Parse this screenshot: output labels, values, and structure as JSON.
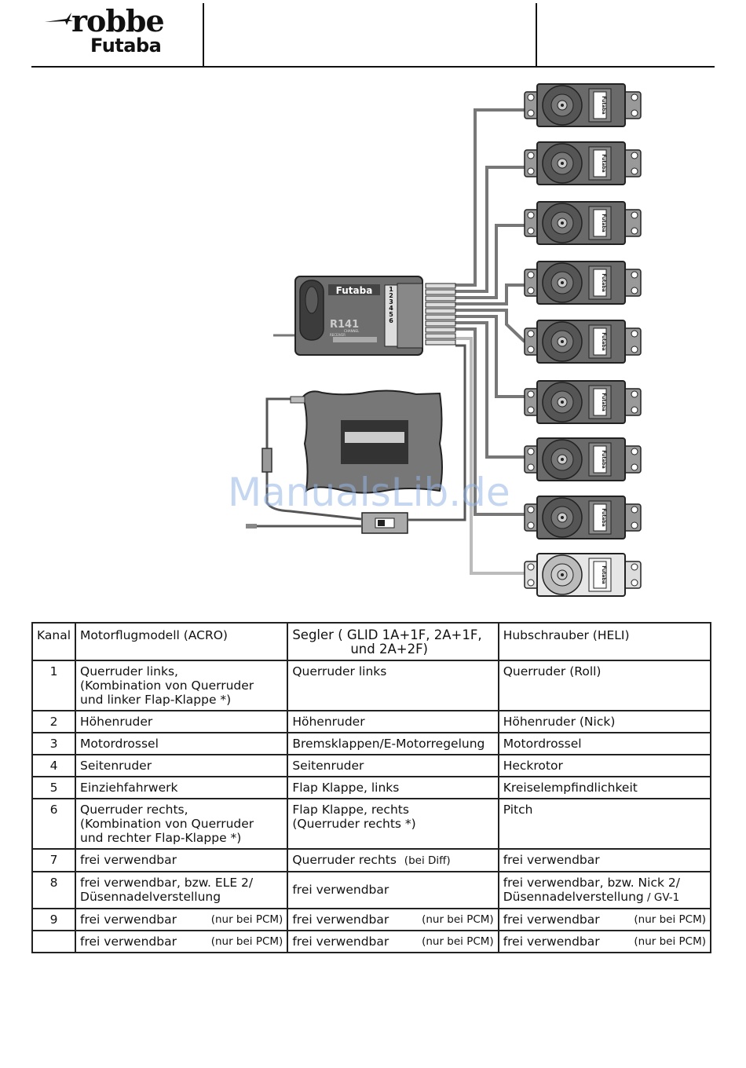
{
  "header": {
    "logo_top": "robbe",
    "logo_bottom": "Futaba"
  },
  "diagram": {
    "receiver_brand": "Futaba",
    "receiver_model": "R141",
    "receiver_sub1": "CHANNEL",
    "receiver_sub2": "RECEIVER",
    "channel_numbers": [
      "1",
      "2",
      "3",
      "4",
      "5",
      "6"
    ],
    "servo_label": "Futaba",
    "servo_count": 9
  },
  "watermark": "ManualsLib.de",
  "table": {
    "headers": {
      "kanal": "Kanal",
      "acro": "Motorflugmodell (ACRO)",
      "glid_line1": "Segler ( GLID 1A+1F, 2A+1F,",
      "glid_line2": "und 2A+2F)",
      "heli": "Hubschrauber (HELI)"
    },
    "rows": [
      {
        "kanal": "1",
        "acro": [
          "Querruder links,",
          "(Kombination von Querruder",
          "und linker Flap-Klappe *)"
        ],
        "glid": [
          "Querruder links"
        ],
        "heli": [
          "Querruder (Roll)"
        ]
      },
      {
        "kanal": "2",
        "acro": [
          "Höhenruder"
        ],
        "glid": [
          "Höhenruder"
        ],
        "heli": [
          "Höhenruder (Nick)"
        ]
      },
      {
        "kanal": "3",
        "acro": [
          "Motordrossel"
        ],
        "glid": [
          "Bremsklappen/E-Motorregelung"
        ],
        "heli": [
          "Motordrossel"
        ]
      },
      {
        "kanal": "4",
        "acro": [
          "Seitenruder"
        ],
        "glid": [
          "Seitenruder"
        ],
        "heli": [
          "Heckrotor"
        ]
      },
      {
        "kanal": "5",
        "acro": [
          "Einziehfahrwerk"
        ],
        "glid": [
          "Flap Klappe, links"
        ],
        "heli": [
          "Kreiselempfindlichkeit"
        ]
      },
      {
        "kanal": "6",
        "acro": [
          "Querruder rechts,",
          "(Kombination von Querruder",
          "und rechter Flap-Klappe *)"
        ],
        "glid": [
          "Flap Klappe, rechts",
          "(Querruder rechts *)"
        ],
        "heli": [
          "Pitch"
        ]
      },
      {
        "kanal": "7",
        "acro": "frei  verwendbar",
        "glid_main": "Querruder rechts",
        "glid_note": "(bei Diff)",
        "heli": "frei  verwendbar"
      },
      {
        "kanal": "8",
        "acro": [
          "frei  verwendbar, bzw.  ELE 2/",
          "Düsennadelverstellung"
        ],
        "glid": "frei  verwendbar",
        "heli_line1": "frei  verwendbar, bzw. Nick 2/",
        "heli_line2_main": "Düsennadelverstellung",
        "heli_line2_note": " / GV-1"
      },
      {
        "kanal": "9",
        "acro_main": "frei  verwendbar",
        "glid_main": "frei  verwendbar",
        "heli_main": "frei  verwendbar",
        "note": "(nur bei PCM)"
      },
      {
        "kanal": "",
        "acro_main": "frei  verwendbar",
        "glid_main": "frei  verwendbar",
        "heli_main": "frei  verwendbar",
        "note": "(nur bei PCM)"
      }
    ]
  }
}
